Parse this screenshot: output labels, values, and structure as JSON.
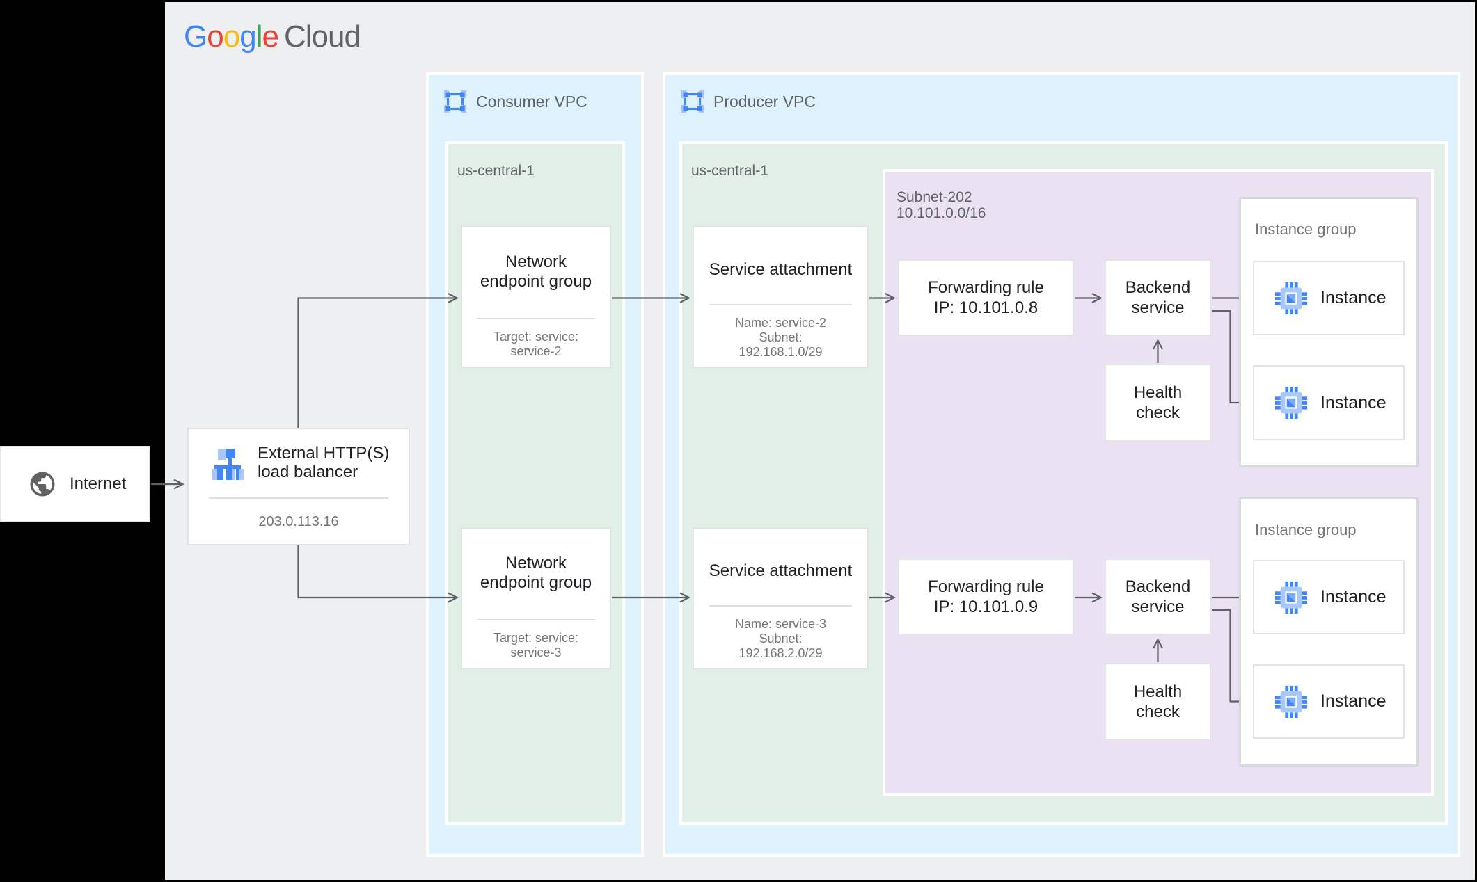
{
  "colors": {
    "accent_blue": "#4285f4",
    "accent_blue_light": "#a8c7fa",
    "vpc_fill": "#ddf2fc",
    "region_fill": "#e1efe6",
    "subnet_fill": "#eae2f3",
    "canvas_gray": "#edeff1",
    "connector_gray": "#5f6368",
    "logo_blue": "#4285f4",
    "logo_red": "#ea4335",
    "logo_yellow": "#fbbc05",
    "logo_green": "#34a853"
  },
  "logo": {
    "letters": [
      {
        "ch": "G"
      },
      {
        "ch": "o"
      },
      {
        "ch": "o"
      },
      {
        "ch": "g"
      },
      {
        "ch": "l"
      },
      {
        "ch": "e"
      }
    ],
    "cloud": "Cloud"
  },
  "internet": {
    "label": "Internet"
  },
  "load_balancer": {
    "line1": "External HTTP(S)",
    "line2": "load balancer",
    "ip": "203.0.113.16"
  },
  "consumer_vpc": {
    "label": "Consumer VPC",
    "region_label": "us-central-1",
    "neg1": {
      "title_line1": "Network",
      "title_line2": "endpoint group",
      "sub_line1": "Target: service:",
      "sub_line2": "service-2"
    },
    "neg2": {
      "title_line1": "Network",
      "title_line2": "endpoint group",
      "sub_line1": "Target: service:",
      "sub_line2": "service-3"
    }
  },
  "producer_vpc": {
    "label": "Producer VPC",
    "region_label": "us-central-1",
    "subnet": {
      "name": "Subnet-202",
      "cidr": "10.101.0.0/16"
    },
    "sa1": {
      "title": "Service attachment",
      "sub_line1": "Name: service-2",
      "sub_line2": "Subnet:",
      "sub_line3": "192.168.1.0/29"
    },
    "sa2": {
      "title": "Service attachment",
      "sub_line1": "Name: service-3",
      "sub_line2": "Subnet:",
      "sub_line3": "192.168.2.0/29"
    },
    "fr1": {
      "line1": "Forwarding rule",
      "line2": "IP: 10.101.0.8"
    },
    "fr2": {
      "line1": "Forwarding rule",
      "line2": "IP: 10.101.0.9"
    },
    "backend_service": {
      "line1": "Backend",
      "line2": "service"
    },
    "health_check": {
      "line1": "Health",
      "line2": "check"
    },
    "instance_group": {
      "label": "Instance group",
      "instance_label": "Instance"
    }
  }
}
